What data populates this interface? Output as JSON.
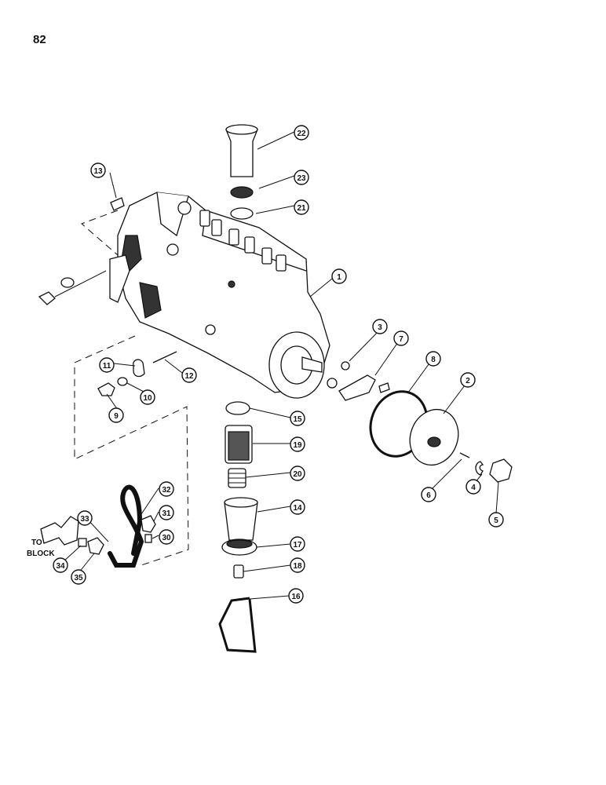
{
  "page": {
    "number": "82"
  },
  "labels": {
    "to_block_line1": "TO",
    "to_block_line2": "BLOCK"
  },
  "callouts": [
    "1",
    "2",
    "3",
    "4",
    "5",
    "6",
    "7",
    "8",
    "9",
    "10",
    "11",
    "12",
    "13",
    "14",
    "15",
    "16",
    "17",
    "18",
    "19",
    "20",
    "21",
    "22",
    "23",
    "30",
    "31",
    "32",
    "33",
    "34",
    "35"
  ]
}
